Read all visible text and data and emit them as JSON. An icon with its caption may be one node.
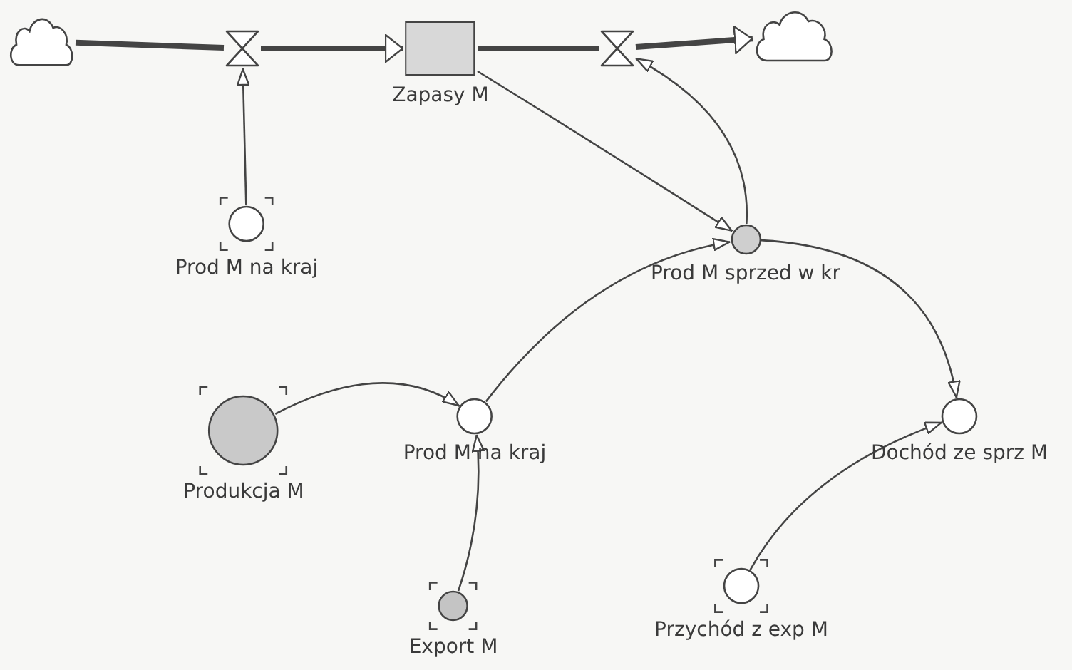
{
  "diagram": {
    "nodes": [
      {
        "text": [],
        "shape": "cloud"
      },
      {
        "text": [],
        "shape": "valve"
      },
      {
        "text": [
          "Zapasy M"
        ]
      },
      {
        "text": [],
        "shape": "valve"
      },
      {
        "text": [],
        "shape": "cloud"
      },
      {
        "text": [
          "Prod M na kraj"
        ]
      },
      {
        "text": [
          "Prod M sprzed w kr"
        ]
      },
      {
        "text": [
          "Produkcja M"
        ]
      },
      {
        "text": [
          "Prod M na kraj"
        ]
      },
      {
        "text": [
          "Dochód ze sprz M"
        ]
      },
      {
        "text": [
          "Export M"
        ]
      },
      {
        "text": [
          "Przychód z exp M"
        ]
      }
    ],
    "edges": [
      {
        "from": 0,
        "to": 1,
        "arrow": "none",
        "style": "thick"
      },
      {
        "from": 1,
        "to": 2,
        "arrow": "to",
        "style": "thick"
      },
      {
        "from": 2,
        "to": 3,
        "arrow": "none",
        "style": "thick"
      },
      {
        "from": 3,
        "to": 4,
        "arrow": "to",
        "style": "thick"
      },
      {
        "from": 5,
        "to": 1,
        "arrow": "to"
      },
      {
        "from": 2,
        "to": 6,
        "arrow": "to"
      },
      {
        "from": 6,
        "to": 3,
        "arrow": "to"
      },
      {
        "from": 8,
        "to": 6,
        "arrow": "to"
      },
      {
        "from": 7,
        "to": 8,
        "arrow": "to"
      },
      {
        "from": 10,
        "to": 8,
        "arrow": "to"
      },
      {
        "from": 6,
        "to": 9,
        "arrow": "to"
      },
      {
        "from": 11,
        "to": 9,
        "arrow": "to"
      }
    ]
  }
}
